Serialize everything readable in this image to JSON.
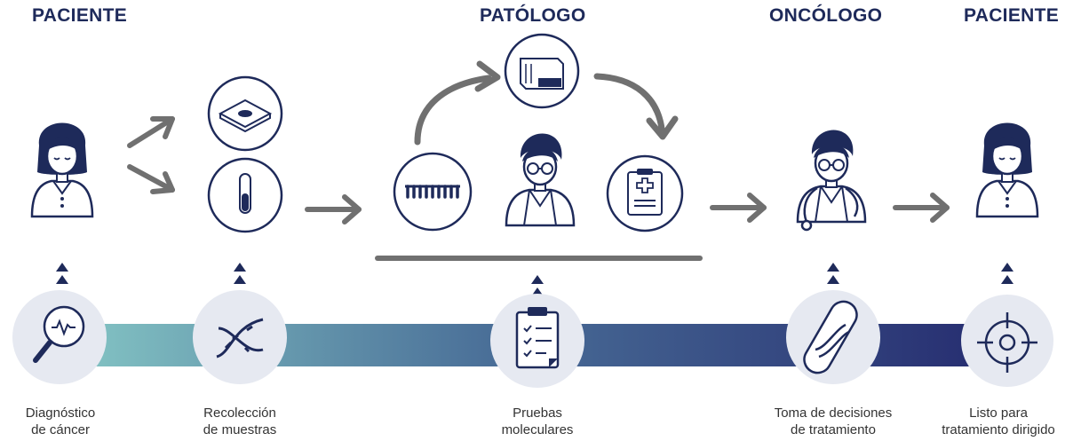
{
  "headings": {
    "patient_left": "PACIENTE",
    "pathologist": "PATÓLOGO",
    "oncologist": "ONCÓLOGO",
    "patient_right": "PACIENTE"
  },
  "steps": [
    {
      "line1": "Diagnóstico",
      "line2": "de cáncer",
      "icon": "magnifier-pulse-icon"
    },
    {
      "line1": "Recolección",
      "line2": "de muestras",
      "icon": "dna-icon"
    },
    {
      "line1": "Pruebas",
      "line2": "moleculares",
      "icon": "clipboard-checklist-icon"
    },
    {
      "line1": "Toma de decisiones",
      "line2": "de tratamiento",
      "icon": "dna-capsule-icon"
    },
    {
      "line1": "Listo para",
      "line2": "tratamiento dirigido",
      "icon": "target-icon"
    }
  ],
  "colors": {
    "navy": "#1e2a5a",
    "arrow_gray": "#707070",
    "circle_fill": "#e6e9f1",
    "gradient_start": "#86c8c6",
    "gradient_mid": "#4a6f98",
    "gradient_end": "#24296e"
  }
}
